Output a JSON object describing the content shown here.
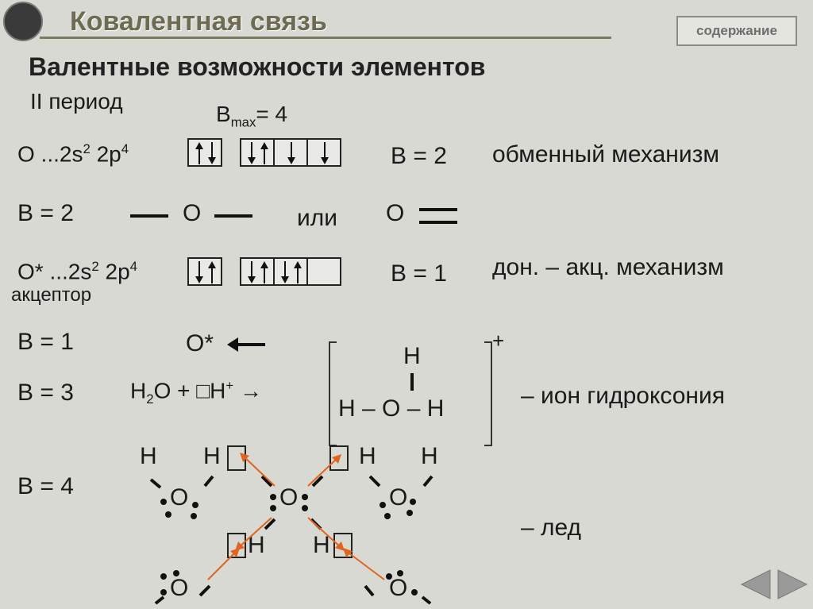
{
  "header": {
    "title": "Ковалентная связь",
    "contents": "содержание"
  },
  "subtitle": "Валентные возможности элементов",
  "period": "II период",
  "bmax": {
    "b": "B",
    "sub": "max",
    "rest": "= 4"
  },
  "row1": {
    "formula_a": "O ...2s",
    "sup1": "2",
    "formula_b": " 2p",
    "sup2": "4",
    "valence": "B = 2",
    "note": "обменный механизм"
  },
  "row2": {
    "valence": "B = 2",
    "atom": "O",
    "or": "или",
    "atom2": "O"
  },
  "row3": {
    "formula_a": "O* ...2s",
    "sup1": "2",
    "formula_b": " 2p",
    "sup2": "4",
    "valence": "B = 1",
    "note": "дон. – акц. механизм",
    "role": "акцептор"
  },
  "row4": {
    "valence": "B = 1",
    "atom": "O*"
  },
  "row5": {
    "valence": "B = 3",
    "eq_a": "H",
    "eq_sub": "2",
    "eq_b": "O + □H",
    "eq_sup": "+",
    "eq_arrow": " →",
    "plus": "+",
    "ion_top": "H",
    "ion_mid": "H – O – H",
    "note": "– ион гидроксония"
  },
  "row6": {
    "valence": "B = 4",
    "ice_note": "– лед",
    "h": "H",
    "o": "O"
  }
}
